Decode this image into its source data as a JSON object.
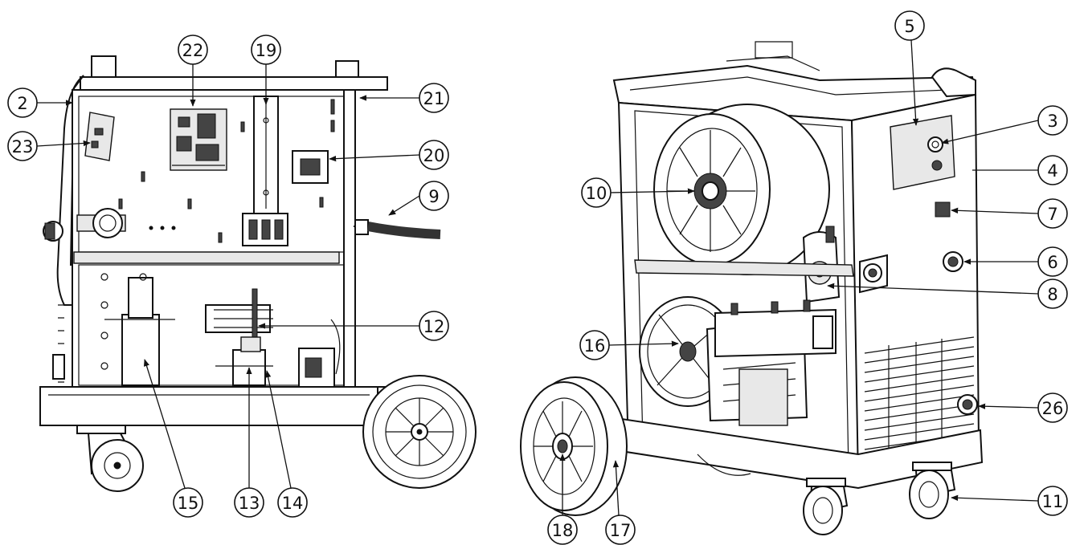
{
  "callouts": {
    "c2": "2",
    "c23": "23",
    "c22": "22",
    "c19": "19",
    "c21": "21",
    "c20": "20",
    "c9": "9",
    "c12": "12",
    "c15": "15",
    "c13": "13",
    "c14": "14",
    "c5": "5",
    "c3": "3",
    "c4": "4",
    "c10": "10",
    "c7": "7",
    "c6": "6",
    "c8": "8",
    "c16": "16",
    "c26": "26",
    "c11": "11",
    "c18": "18",
    "c17": "17"
  },
  "colors": {
    "line": "#111111",
    "background": "#ffffff",
    "part_fill": "#e8e8e8"
  }
}
